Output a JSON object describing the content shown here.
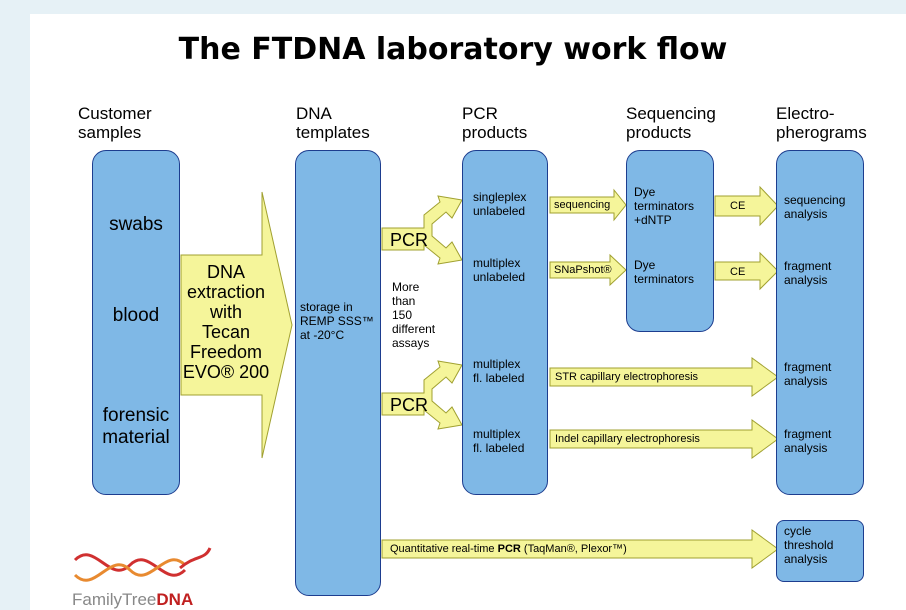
{
  "title": "The FTDNA laboratory work flow",
  "columns": {
    "customer_samples": "Customer\nsamples",
    "dna_templates": "DNA\ntemplates",
    "pcr_products": "PCR\nproducts",
    "sequencing_products": "Sequencing\nproducts",
    "electropherograms": "Electro-\npherograms"
  },
  "samples": [
    "swabs",
    "blood",
    "forensic\nmaterial"
  ],
  "extraction": "DNA\nextraction\nwith\nTecan\nFreedom\nEVO® 200",
  "storage": "storage in\nREMP SSS™\nat -20°C",
  "pcr_label_1": "PCR",
  "pcr_label_2": "PCR",
  "assays_note": "More\nthan\n150\ndifferent\nassays",
  "pcr_products": [
    "singleplex\nunlabeled",
    "multiplex\nunlabeled",
    "multiplex\nfl. labeled",
    "multiplex\nfl. labeled"
  ],
  "arrows": {
    "sequencing": "sequencing",
    "snapshot": "SNaPshot®",
    "str": "STR capillary electrophoresis",
    "indel": "Indel capillary electrophoresis",
    "ce1": "CE",
    "ce2": "CE",
    "qpcr_pre": "Quantitative real-time ",
    "qpcr_bold": "PCR",
    "qpcr_post": " (TaqMan®, Plexor™)"
  },
  "seq_products": [
    "Dye\nterminators\n+dNTP",
    "Dye\nterminators"
  ],
  "analyses": [
    "sequencing\nanalysis",
    "fragment\nanalysis",
    "fragment\nanalysis",
    "fragment\nanalysis"
  ],
  "cycle_threshold": "cycle\nthreshold\nanalysis",
  "logo": {
    "part1": "FamilyTree",
    "part2": "DNA"
  },
  "colors": {
    "box_fill": "#7fb8e6",
    "box_border": "#1d3d8f",
    "arrow_fill": "#f5f59a",
    "arrow_border": "#a0a030",
    "background": "#e6f1f6"
  }
}
